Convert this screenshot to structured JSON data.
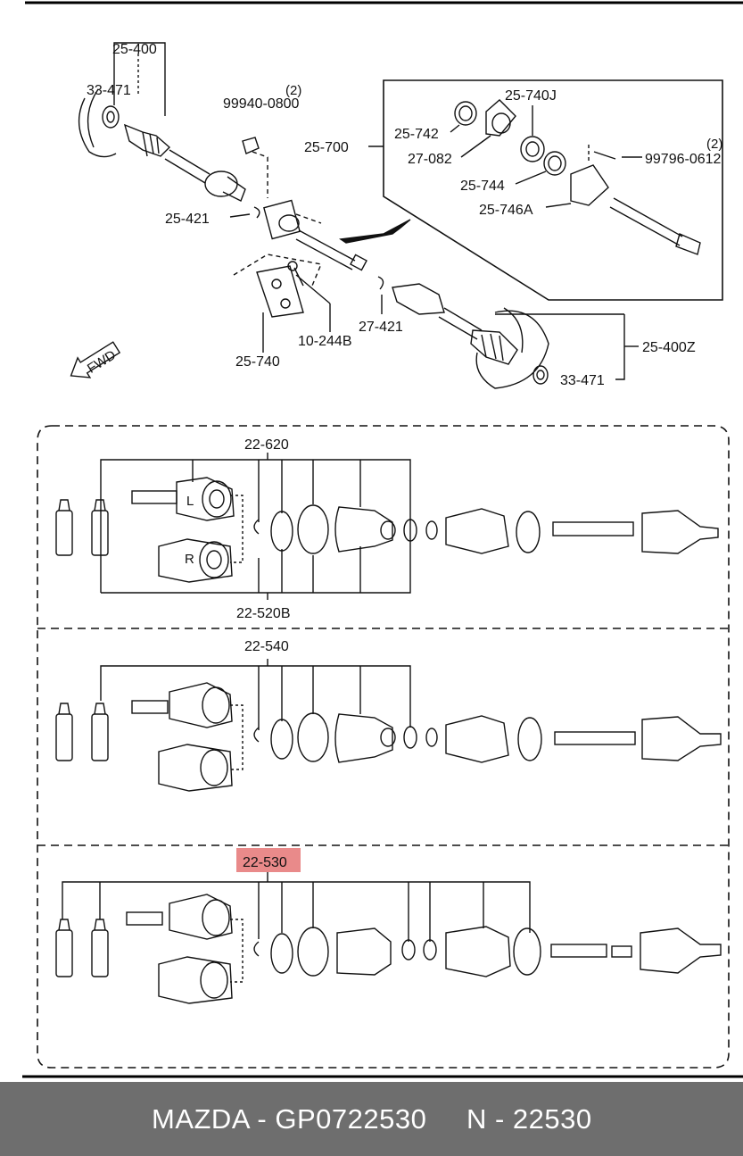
{
  "top_labels": {
    "shaft_left": "25-400",
    "nut_left": "33-471",
    "bolt": "99940-0800",
    "bolt_qty": "(2)",
    "assembly": "25-700",
    "seal_top": "25-742",
    "bearing": "25-740J",
    "clip": "27-082",
    "dust_seal": "25-744",
    "bracket": "25-746A",
    "bolt_right": "99796-0612",
    "bolt_right_qty": "(2)",
    "clip_left": "25-421",
    "circlip": "27-421",
    "bolt_bracket": "10-244B",
    "bearing_bracket": "25-740",
    "shaft_right": "25-400Z",
    "nut_right": "33-471",
    "fwd_arrow": "FWD"
  },
  "panel1": {
    "top_label": "22-620",
    "bottom_label": "22-520B",
    "joint_l": "L",
    "joint_r": "R"
  },
  "panel2": {
    "top_label": "22-540"
  },
  "panel3": {
    "top_label": "22-530",
    "highlight_color": "#e98a8a"
  },
  "footer": {
    "left": "MAZDA - GP0722530",
    "right": "N - 22530"
  }
}
